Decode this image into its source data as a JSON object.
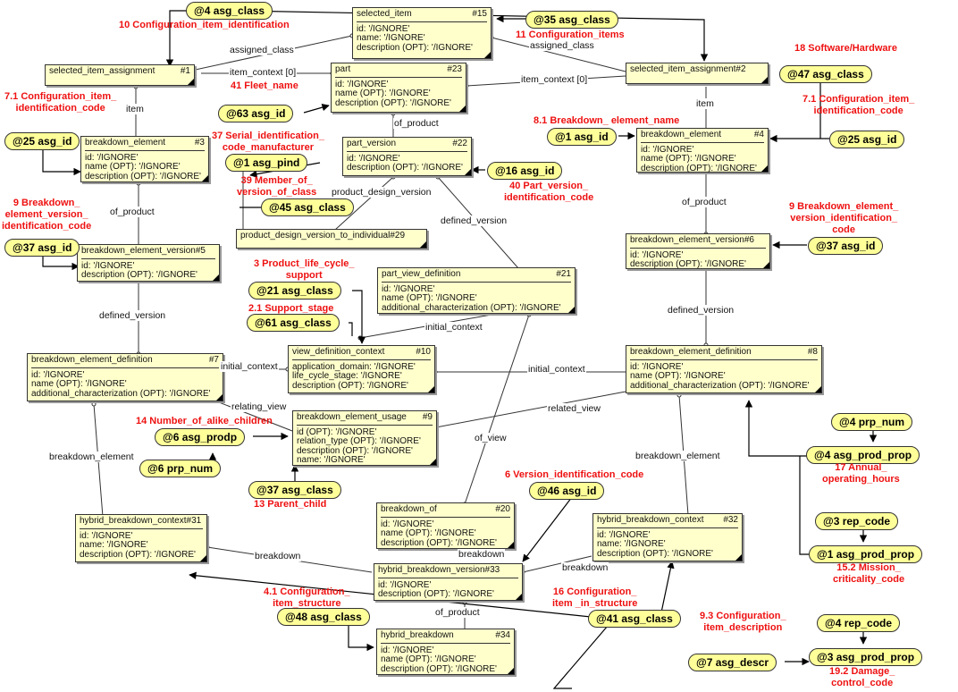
{
  "entities": {
    "sia1": {
      "name": "selected_item_assignment",
      "num": "#1",
      "rows": []
    },
    "si15": {
      "name": "selected_item",
      "num": "#15",
      "rows": [
        "id: '/IGNORE'",
        "name: '/IGNORE'",
        "description (OPT): '/IGNORE'"
      ]
    },
    "part23": {
      "name": "part",
      "num": "#23",
      "rows": [
        "id: '/IGNORE'",
        "name (OPT): '/IGNORE'",
        "description (OPT): '/IGNORE'"
      ]
    },
    "sia2": {
      "name": "selected_item_assignment#2",
      "num": "",
      "rows": []
    },
    "be3": {
      "name": "breakdown_element",
      "num": "#3",
      "rows": [
        "id: '/IGNORE'",
        "name (OPT): '/IGNORE'",
        "description (OPT): '/IGNORE'"
      ]
    },
    "pv22": {
      "name": "part_version",
      "num": "#22",
      "rows": [
        "id: '/IGNORE'",
        "description (OPT): '/IGNORE'"
      ]
    },
    "be4": {
      "name": "breakdown_element",
      "num": "#4",
      "rows": [
        "id: '/IGNORE'",
        "name (OPT): '/IGNORE'",
        "description (OPT): '/IGNORE'"
      ]
    },
    "pdv29": {
      "name": "product_design_version_to_individual#29",
      "num": "",
      "rows": []
    },
    "bev5": {
      "name": "breakdown_element_version#5",
      "num": "",
      "rows": [
        "id: '/IGNORE'",
        "description (OPT): '/IGNORE'"
      ]
    },
    "bev6": {
      "name": "breakdown_element_version#6",
      "num": "",
      "rows": [
        "id: '/IGNORE'",
        "description (OPT): '/IGNORE'"
      ]
    },
    "pvd21": {
      "name": "part_view_definition",
      "num": "#21",
      "rows": [
        "id: '/IGNORE'",
        "name (OPT): '/IGNORE'",
        "additional_characterization (OPT): '/IGNORE'"
      ]
    },
    "bed7": {
      "name": "breakdown_element_definition",
      "num": "#7",
      "rows": [
        "id: '/IGNORE'",
        "name (OPT): '/IGNORE'",
        "additional_characterization (OPT): '/IGNORE'"
      ]
    },
    "vdc10": {
      "name": "view_definition_context",
      "num": "#10",
      "rows": [
        "application_domain: '/IGNORE'",
        "life_cycle_stage: '/IGNORE'",
        "description (OPT): '/IGNORE'"
      ]
    },
    "bed8": {
      "name": "breakdown_element_definition",
      "num": "#8",
      "rows": [
        "id: '/IGNORE'",
        "name (OPT): '/IGNORE'",
        "additional_characterization (OPT): '/IGNORE'"
      ]
    },
    "beu9": {
      "name": "breakdown_element_usage",
      "num": "#9",
      "rows": [
        "id (OPT): '/IGNORE'",
        "relation_type (OPT): '/IGNORE'",
        "description (OPT): '/IGNORE'",
        "name: '/IGNORE'"
      ]
    },
    "bo20": {
      "name": "breakdown_of",
      "num": "#20",
      "rows": [
        "id: '/IGNORE'",
        "name (OPT): '/IGNORE'",
        "description (OPT): '/IGNORE'"
      ]
    },
    "hbc31": {
      "name": "hybrid_breakdown_context#31",
      "num": "",
      "rows": [
        "id: '/IGNORE'",
        "name: '/IGNORE'",
        "description (OPT): '/IGNORE'"
      ]
    },
    "hbc32": {
      "name": "hybrid_breakdown_context",
      "num": "#32",
      "rows": [
        "id: '/IGNORE'",
        "name: '/IGNORE'",
        "description (OPT): '/IGNORE'"
      ]
    },
    "hbv33": {
      "name": "hybrid_breakdown_version#33",
      "num": "",
      "rows": [
        "id: '/IGNORE'",
        "description (OPT): '/IGNORE'"
      ]
    },
    "hb34": {
      "name": "hybrid_breakdown",
      "num": "#34",
      "rows": [
        "id: '/IGNORE'",
        "name (OPT): '/IGNORE'",
        "description (OPT): '/IGNORE'"
      ]
    }
  },
  "tags": {
    "t_asg_class_4": "@4 asg_class",
    "t_asg_class_35": "@35 asg_class",
    "t_asg_class_47": "@47 asg_class",
    "t_asg_id_63": "@63 asg_id",
    "t_asg_id_25_left": "@25 asg_id",
    "t_asg_id_1": "@1  asg_id",
    "t_asg_id_25_right": "@25 asg_id",
    "t_asg_pind_1": "@1 asg_pind",
    "t_asg_id_16": "@16 asg_id",
    "t_asg_class_45": "@45 asg_class",
    "t_asg_id_37_left": "@37 asg_id",
    "t_asg_id_37_right": "@37 asg_id",
    "t_asg_class_21": "@21 asg_class",
    "t_asg_class_61": "@61 asg_class",
    "t_prp_num_4": "@4 prp_num",
    "t_asg_prodp_6": "@6 asg_prodp",
    "t_asg_prod_prop_4": "@4 asg_prod_prop",
    "t_prp_num_6": "@6 prp_num",
    "t_asg_class_37": "@37 asg_class",
    "t_asg_id_46": "@46 asg_id",
    "t_rep_code_3": "@3 rep_code",
    "t_asg_prod_prop_1": "@1 asg_prod_prop",
    "t_asg_class_48": "@48 asg_class",
    "t_asg_class_41": "@41 asg_class",
    "t_rep_code_4": "@4 rep_code",
    "t_asg_descr_7": "@7 asg_descr",
    "t_asg_prod_prop_3": "@3 asg_prod_prop"
  },
  "notes": {
    "n10": "10 Configuration_item_identification",
    "n11": "11 Configuration_items",
    "n18": "18 Software/Hardware",
    "n7_1_left": "7.1 Configuration_item_\nidentification_code",
    "n41": "41 Fleet_name",
    "n7_1_right": "7.1 Configuration_item_\nidentification_code",
    "n8_1": "8.1 Breakdown_ element_name",
    "n37": "37 Serial_identification_\ncode_manufacturer",
    "n39": "39 Member_of_\nversion_of_class",
    "n40": "40 Part_version_\nidentification_code",
    "n9_left": "9 Breakdown_\nelement_version_\nidentification_code",
    "n9_right": "9 Breakdown_element_\nversion_identification_\ncode",
    "n3": "3 Product_life_cycle_\nsupport",
    "n2_1": "2.1 Support_stage",
    "n14": "14 Number_of_alike_children",
    "n17": "17 Annual_\noperating_hours",
    "n13": "13 Parent_child",
    "n6": "6 Version_identification_code",
    "n15_2": "15.2 Mission_\ncriticality_code",
    "n4_1": "4.1 Configuration_\nitem_structure",
    "n16": "16 Configuration_\nitem _in_structure",
    "n9_3": "9.3 Configuration_\nitem_description",
    "n19_2": "19.2 Damage_\ncontrol_code"
  },
  "links": {
    "assigned_class_1": "assigned_class",
    "assigned_class_2": "assigned_class",
    "item_context_0_a": "item_context [0]",
    "item_context_0_b": "item_context [0]",
    "item_1": "item",
    "item_2": "item",
    "of_product_1": "of_product",
    "of_product_2": "of_product",
    "of_product_3": "of_product",
    "of_product_4": "of_product",
    "product_design_version": "product_design_version",
    "defined_version_1": "defined_version",
    "defined_version_2": "defined_version",
    "defined_version_3": "defined_version",
    "initial_context_1": "initial_context",
    "initial_context_2": "initial_context",
    "initial_context_3": "initial_context",
    "relating_view": "relating_view",
    "related_view": "related_view",
    "of_view": "of_view",
    "breakdown_element_1": "breakdown_element",
    "breakdown_element_2": "breakdown_element",
    "breakdown_1": "breakdown",
    "breakdown_2": "breakdown",
    "breakdown_3": "breakdown"
  }
}
